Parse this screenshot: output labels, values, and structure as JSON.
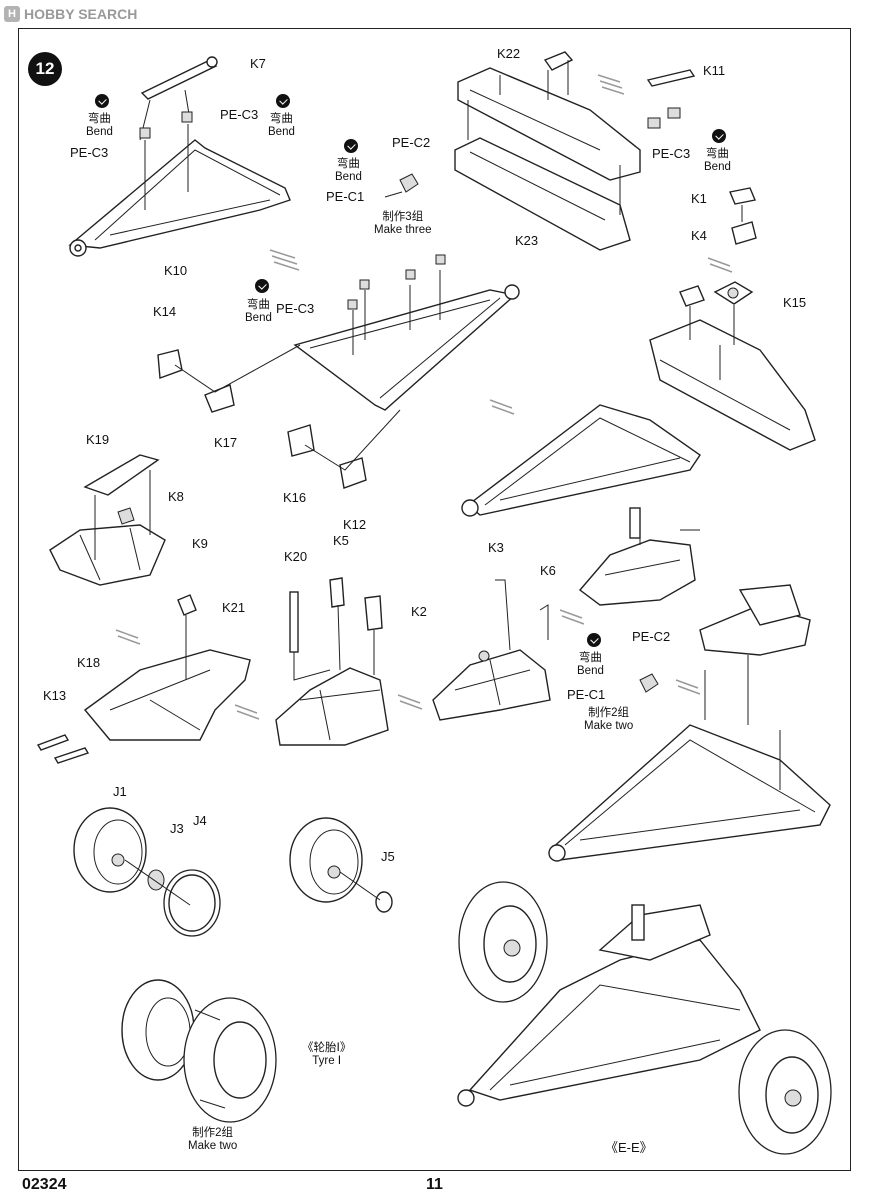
{
  "header": {
    "site_logo_text": "HOBBY SEARCH",
    "site_logo_mark": "H"
  },
  "step_number": "12",
  "bend_note": {
    "zh": "弯曲",
    "en": "Bend"
  },
  "make_three_note": {
    "zh": "制作3组",
    "en": "Make three"
  },
  "make_two_note": {
    "zh": "制作2组",
    "en": "Make two"
  },
  "tyre_note": {
    "zh": "《轮胎Ⅰ》",
    "en": "Tyre Ⅰ"
  },
  "view_label": "《E-E》",
  "part_labels": {
    "K7": "K7",
    "K10": "K10",
    "K22": "K22",
    "K23": "K23",
    "K11": "K11",
    "K1": "K1",
    "K4": "K4",
    "K15": "K15",
    "K14": "K14",
    "K17": "K17",
    "K16": "K16",
    "K12": "K12",
    "K19": "K19",
    "K8": "K8",
    "K9": "K9",
    "K21": "K21",
    "K18": "K18",
    "K13": "K13",
    "K20": "K20",
    "K5": "K5",
    "K2": "K2",
    "K3": "K3",
    "K6": "K6",
    "J1": "J1",
    "J3": "J3",
    "J4": "J4",
    "J5": "J5",
    "PE_C3": "PE-C3",
    "PE_C2": "PE-C2",
    "PE_C1": "PE-C1"
  },
  "footer": {
    "product_code": "02324",
    "page_number": "11"
  }
}
